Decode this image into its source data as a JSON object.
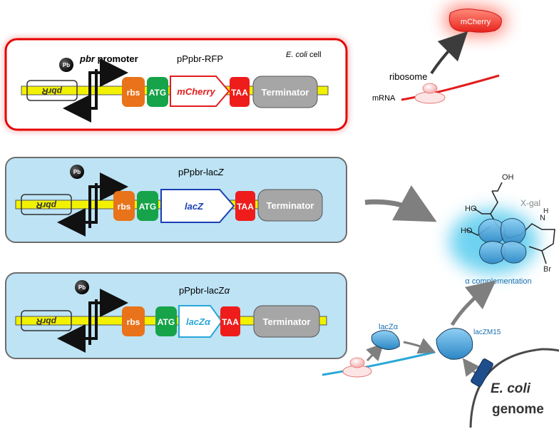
{
  "panels": {
    "rfp": {
      "plasmid": "pPpbr-RFP",
      "pb": "Pb",
      "promoter_bold": "pbr",
      "promoter_rest": " promoter",
      "cell_italic": "E. coli",
      "cell_rest": " cell",
      "repressor": "pbrR",
      "rbs": "rbs",
      "atg": "ATG",
      "gene": "mCherry",
      "stop": "TAA",
      "terminator": "Terminator"
    },
    "lacz": {
      "plasmid_prefix": "pPpbr-lac",
      "plasmid_italic": "Z",
      "pb": "Pb",
      "repressor": "pbrR",
      "rbs": "rbs",
      "atg": "ATG",
      "gene": "lacZ",
      "stop": "TAA",
      "terminator": "Terminator"
    },
    "laczalpha": {
      "plasmid_prefix": "pPpbr-lacZ",
      "plasmid_italic": "α",
      "pb": "Pb",
      "repressor": "pbrR",
      "rbs": "rbs",
      "atg": "ATG",
      "gene": "lacZα",
      "stop": "TAA",
      "terminator": "Terminator"
    }
  },
  "right": {
    "mcherry": "mCherry",
    "ribosome": "ribosome",
    "mrna": "mRNA",
    "xgal": "X-gal",
    "oh1": "OH",
    "oh2": "HO",
    "oh3": "HO",
    "nh": "N",
    "h": "H",
    "br": "Br",
    "alpha_comp": "α complementation",
    "laczalpha": "lacZα",
    "laczm15": "lacZM15",
    "ecoli": "E. coli",
    "genome": "genome"
  },
  "colors": {
    "rbs": "#e8731a",
    "atg": "#16a34a",
    "stop": "#ef1c1c",
    "terminator": "#a6a6a6",
    "backbone": "#f2f200",
    "panel_blue": "#bde3f5",
    "panel_border_red": "#e60000",
    "mcherry_red": "#e21c1c",
    "lacz_blue": "#1a3fb4",
    "alpha_cyan": "#2aa7d8"
  }
}
